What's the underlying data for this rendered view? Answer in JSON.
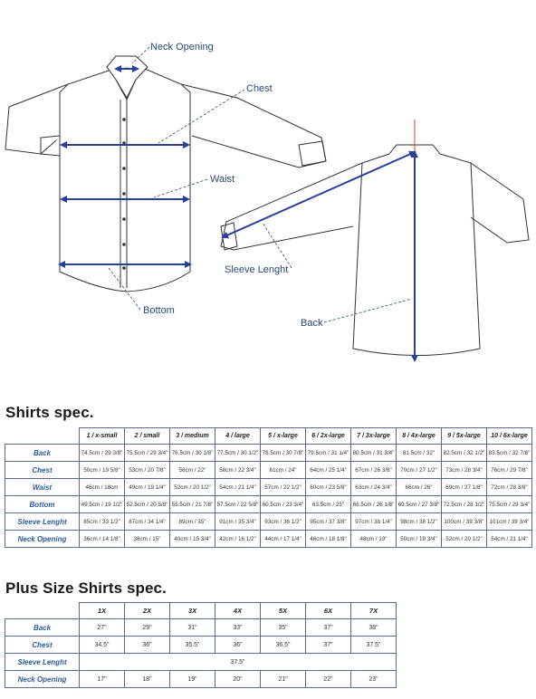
{
  "diagram": {
    "labels": {
      "neck_opening": "Neck Opening",
      "chest": "Chest",
      "waist": "Waist",
      "sleeve_length": "Sleeve Lenght",
      "bottom": "Bottom",
      "back": "Back"
    },
    "colors": {
      "measure_line": "#2a3f9c",
      "label": "#2b4a7a",
      "outline": "#333333",
      "center_mark": "#e53935"
    }
  },
  "shirts_spec": {
    "title": "Shirts spec.",
    "columns": [
      "1 / x-small",
      "2 / small",
      "3 / medium",
      "4 / large",
      "5 / x-large",
      "6 / 2x-large",
      "7 / 3x-large",
      "8 / 4x-large",
      "9 / 5x-large",
      "10 / 6x-large"
    ],
    "rows": [
      {
        "label": "Back",
        "cells": [
          "74.5cm / 29 3/8\"",
          "75.5cm / 29 3/4\"",
          "76.5cm / 30 1/8\"",
          "77.5cm / 30 1/2\"",
          "78.5cm / 30 7/8\"",
          "79.5cm / 31 1/4\"",
          "80.5cm / 31 3/4\"",
          "81.5cm / 32\"",
          "82.5cm / 32 1/2\"",
          "83.5cm / 32 7/8\""
        ]
      },
      {
        "label": "Chest",
        "cells": [
          "50cm / 19 5/8\"",
          "53cm / 20 7/8\"",
          "56cm / 22\"",
          "58cm / 22 3/4\"",
          "61cm / 24\"",
          "64cm / 25 1/4\"",
          "67cm / 26 3/8\"",
          "70cm / 27 1/2\"",
          "73cm / 28 3/4\"",
          "76cm / 29 7/8\""
        ]
      },
      {
        "label": "Waist",
        "cells": [
          "46cm / 18cm",
          "49cm / 19 1/4\"",
          "52cm / 20 1/2\"",
          "54cm / 21 1/4\"",
          "57cm / 22 1/2\"",
          "60cm / 23 5/8\"",
          "63cm / 24 3/4\"",
          "66cm / 26\"",
          "69cm / 27 1/8\"",
          "72cm / 28 3/8\""
        ]
      },
      {
        "label": "Bottom",
        "cells": [
          "49.5cm / 19 1/2\"",
          "52.5cm / 20 5/8\"",
          "55.5cm / 21 7/8\"",
          "57.5cm / 22 5/8\"",
          "60.5cm / 23 3/4\"",
          "63.5cm / 25\"",
          "66.5cm / 26 1/8\"",
          "69.5cm / 27 3/8\"",
          "72.5cm / 28 1/2\"",
          "75.5cm / 29 3/4\""
        ]
      },
      {
        "label": "Sleeve Lenght",
        "cells": [
          "85cm / 33 1/2\"",
          "87cm / 34 1/4\"",
          "89cm / 35\"",
          "91cm / 35 3/4\"",
          "93cm / 36 1/2\"",
          "95cm / 37 3/8\"",
          "97cm / 38 1/4\"",
          "98cm / 38 1/2\"",
          "100cm / 39 3/8\"",
          "101cm / 39 3/4\""
        ]
      },
      {
        "label": "Neck Opening",
        "cells": [
          "36cm / 14 1/8\"",
          "38cm / 15\"",
          "40cm / 15 3/4\"",
          "42cm / 16 1/2\"",
          "44cm / 17 1/4\"",
          "46cm / 18 1/8\"",
          "48cm / 19\"",
          "50cm / 19 3/4\"",
          "52cm / 20 1/2\"",
          "54cm / 21 1/4\""
        ]
      }
    ]
  },
  "plus_size_spec": {
    "title": "Plus Size Shirts spec.",
    "columns": [
      "1X",
      "2X",
      "3X",
      "4X",
      "5X",
      "6X",
      "7X"
    ],
    "rows": [
      {
        "label": "Back",
        "cells": [
          "27\"",
          "29\"",
          "31\"",
          "33\"",
          "35\"",
          "37\"",
          "38\""
        ]
      },
      {
        "label": "Chest",
        "cells": [
          "34.5\"",
          "36\"",
          "35.5\"",
          "36\"",
          "36.5\"",
          "37\"",
          "37.5\""
        ]
      },
      {
        "label": "Sleeve Lenght",
        "merged": "37.5\""
      },
      {
        "label": "Neck Opening",
        "cells": [
          "17\"",
          "18\"",
          "19\"",
          "20\"",
          "21\"",
          "22\"",
          "23\""
        ]
      }
    ]
  }
}
